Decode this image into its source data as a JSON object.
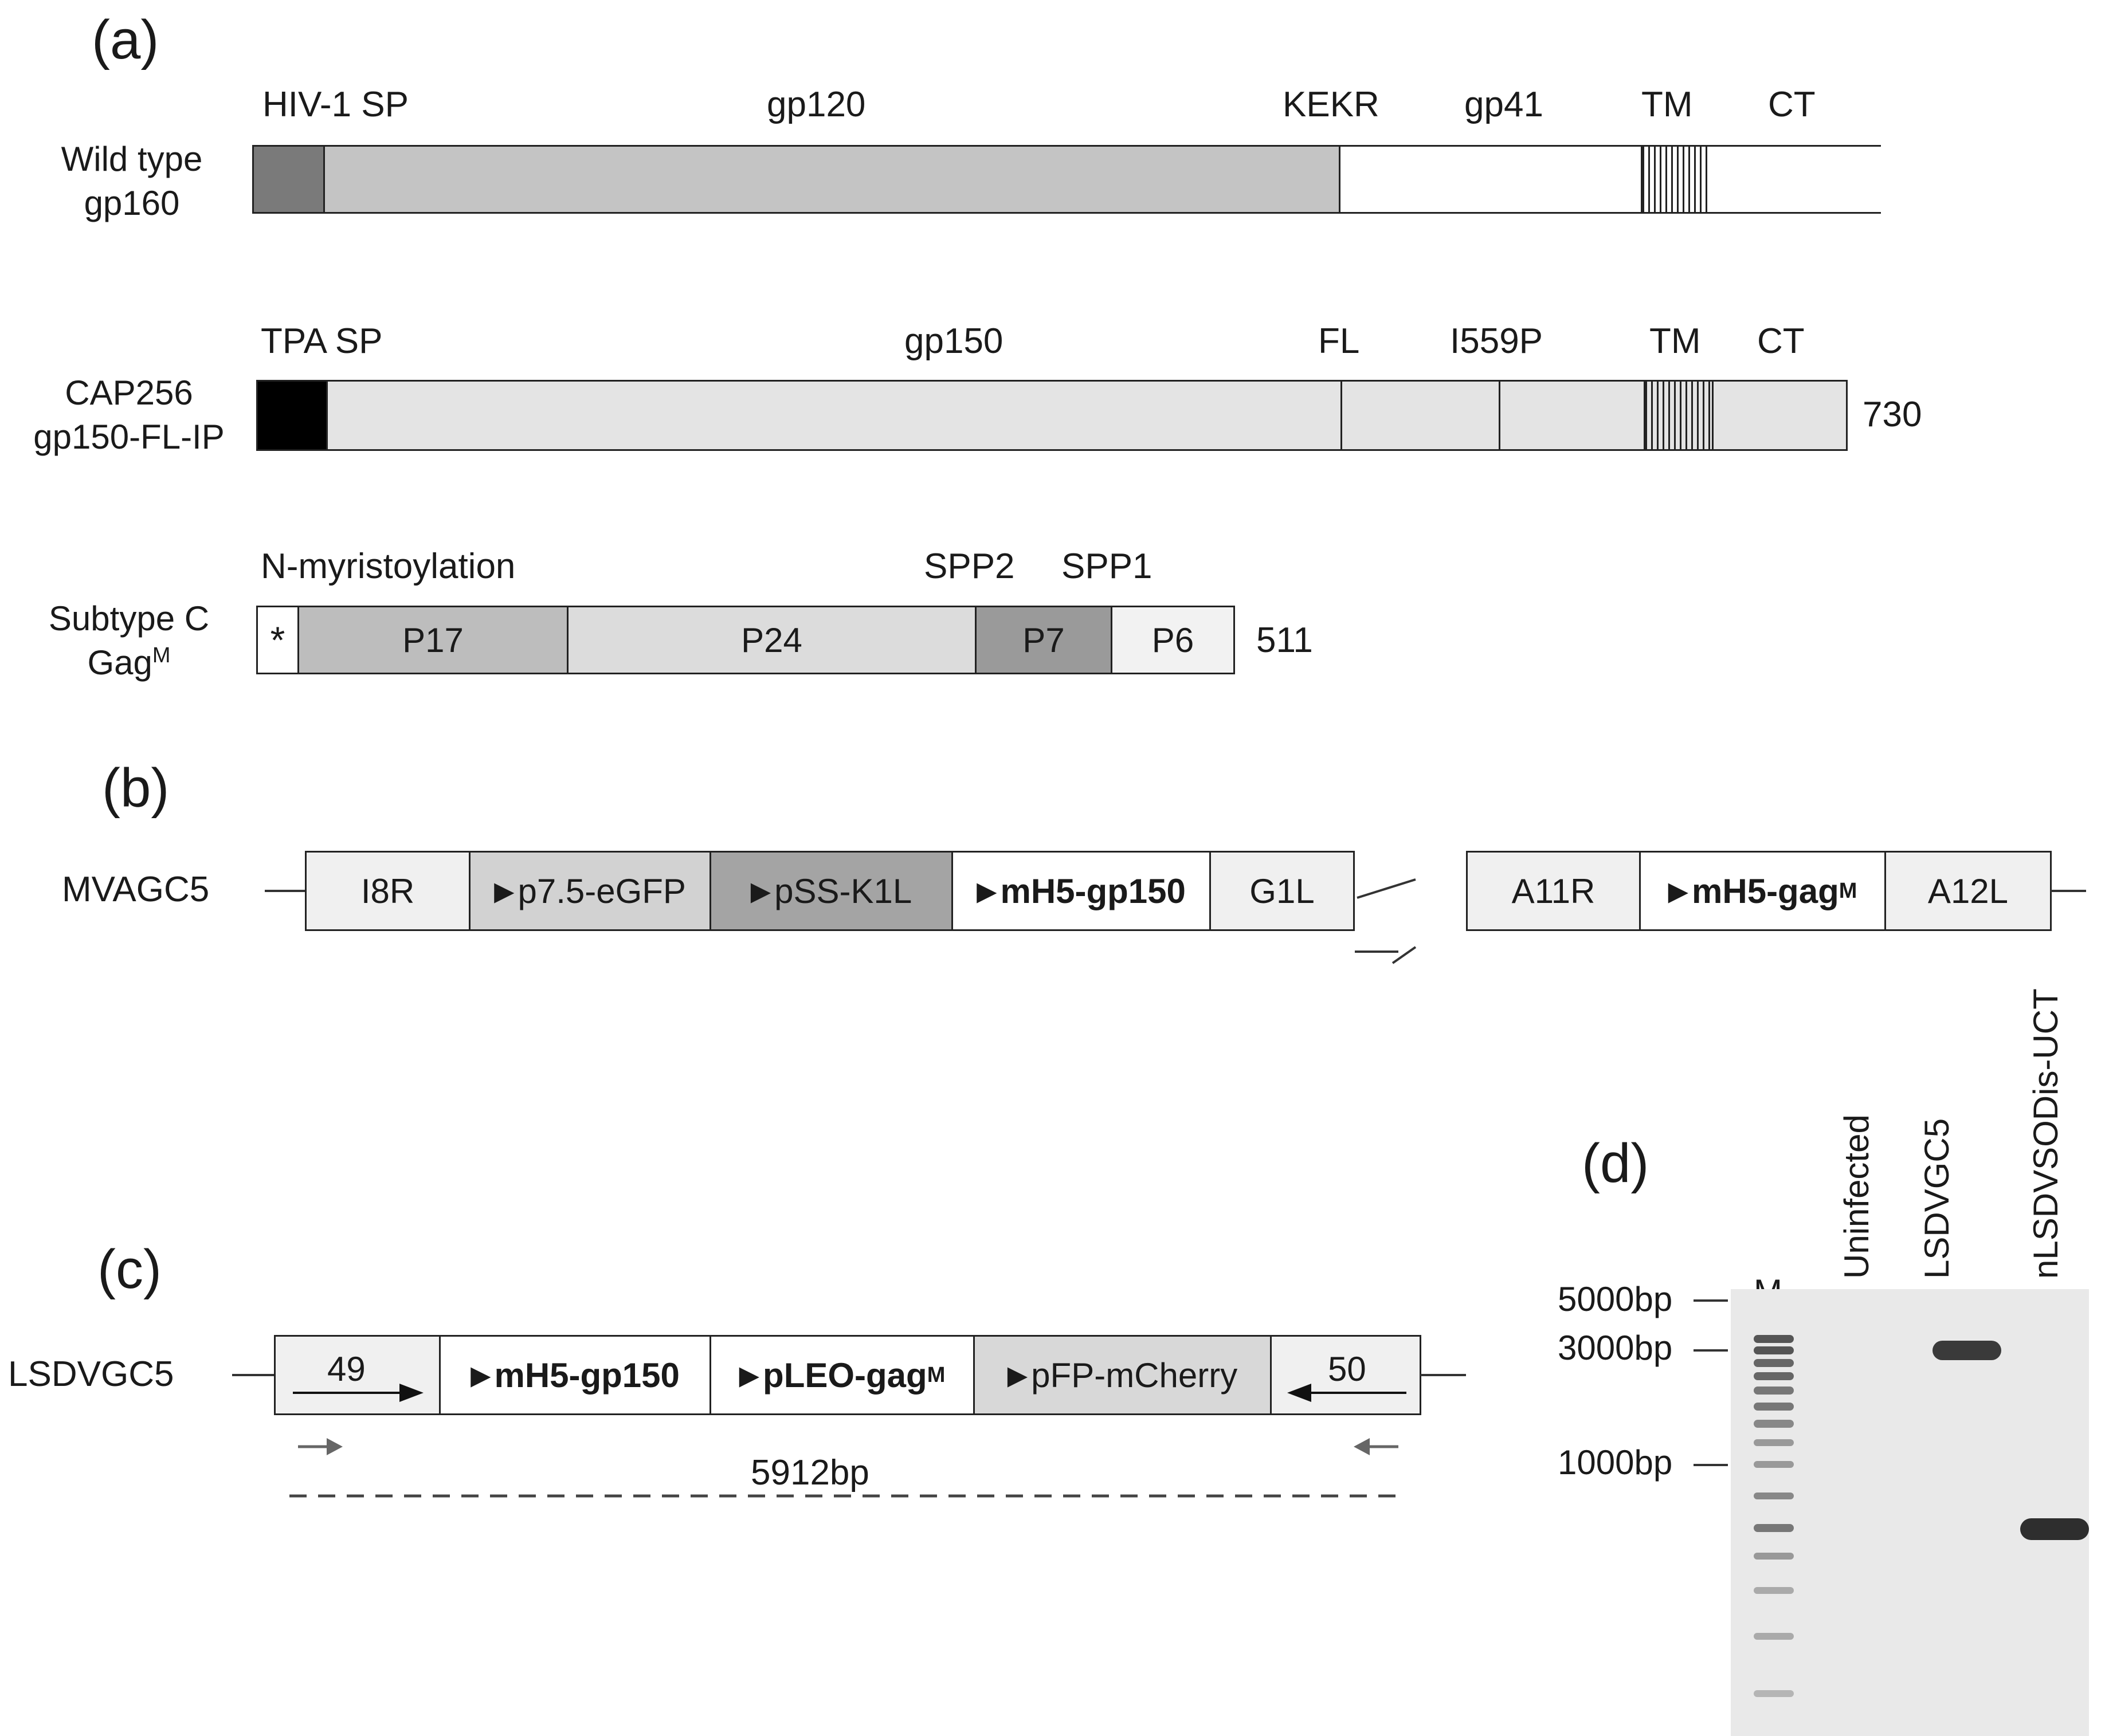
{
  "panels": {
    "a": "(a)",
    "b": "(b)",
    "c": "(c)",
    "d": "(d)"
  },
  "wild_type": {
    "row_label_1": "Wild type",
    "row_label_2": "gp160",
    "labels": {
      "sp": "HIV-1 SP",
      "gp120": "gp120",
      "kekr": "KEKR",
      "gp41": "gp41",
      "tm": "TM",
      "ct": "CT"
    }
  },
  "cap256": {
    "row_label_1": "CAP256",
    "row_label_2": "gp150-FL-IP",
    "labels": {
      "sp": "TPA SP",
      "gp150": "gp150",
      "fl": "FL",
      "i559p": "I559P",
      "tm": "TM",
      "ct": "CT"
    },
    "length": "730"
  },
  "gag": {
    "row_label_1": "Subtype C",
    "row_label_2": "Gag",
    "row_label_sup": "M",
    "labels": {
      "myr": "N-myristoylation",
      "spp2": "SPP2",
      "spp1": "SPP1"
    },
    "segments": {
      "star": "*",
      "p17": "P17",
      "p24": "P24",
      "p7": "P7",
      "p6": "P6"
    },
    "length": "511"
  },
  "mva": {
    "row_label": "MVAGC5",
    "segments": {
      "i8r": "I8R",
      "p75_egfp": "p7.5-eGFP",
      "pss_k1l": "pSS-K1L",
      "mh5_gp150": "mH5-gp150",
      "g1l": "G1L",
      "a11r": "A11R",
      "mh5_gag": "mH5-gag",
      "mh5_gag_sup": "M",
      "a12l": "A12L"
    }
  },
  "lsdv": {
    "row_label": "LSDVGC5",
    "segments": {
      "s49": "49",
      "mh5_gp150": "mH5-gp150",
      "pleo_gag": "pLEO-gag",
      "pleo_gag_sup": "M",
      "pfp_mcherry": "pFP-mCherry",
      "s50": "50"
    },
    "amplicon": "5912bp"
  },
  "gel": {
    "lanes": {
      "m": "M",
      "uninfected": "Uninfected",
      "lsdvgc5": "LSDVGC5",
      "nlsdv": "nLSDVSODis-UCT"
    },
    "markers": {
      "m5000": "5000bp",
      "m3000": "3000bp",
      "m1000": "1000bp"
    }
  },
  "colors": {
    "wt_sp": "#7a7a7a",
    "wt_gp120": "#c4c4c4",
    "tpa_sp": "#000000",
    "cap_body": "#e4e4e4",
    "p17": "#bdbdbd",
    "p24": "#dcdcdc",
    "p7": "#9a9a9a",
    "p6": "#f2f2f2",
    "egfp": "#d2d2d2",
    "k1l": "#a4a4a4",
    "mcherry": "#d8d8d8",
    "light": "#f0f0f0",
    "gel_bg": "#e9e9e9",
    "band": "#444444"
  }
}
